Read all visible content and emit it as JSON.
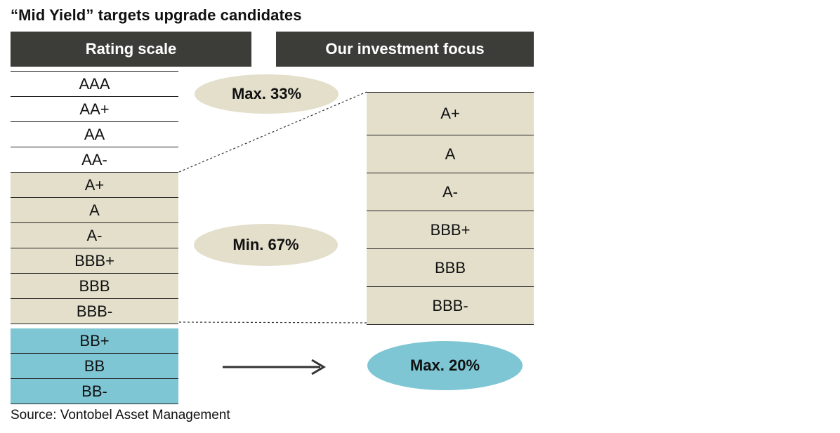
{
  "title": "“Mid Yield” targets upgrade candidates",
  "headers": {
    "rating_scale": "Rating scale",
    "investment_focus": "Our investment focus"
  },
  "rating_scale": [
    {
      "label": "AAA",
      "tier": "high"
    },
    {
      "label": "AA+",
      "tier": "high"
    },
    {
      "label": "AA",
      "tier": "high"
    },
    {
      "label": "AA-",
      "tier": "high"
    },
    {
      "label": "A+",
      "tier": "investment"
    },
    {
      "label": "A",
      "tier": "investment"
    },
    {
      "label": "A-",
      "tier": "investment"
    },
    {
      "label": "BBB+",
      "tier": "investment"
    },
    {
      "label": "BBB",
      "tier": "investment"
    },
    {
      "label": "BBB-",
      "tier": "investment"
    },
    {
      "label": "BB+",
      "tier": "high-yield"
    },
    {
      "label": "BB",
      "tier": "high-yield"
    },
    {
      "label": "BB-",
      "tier": "high-yield"
    }
  ],
  "focus": [
    "A+",
    "A",
    "A-",
    "BBB+",
    "BBB",
    "BBB-"
  ],
  "allocations": {
    "max_high": "Max. 33%",
    "min_investment": "Min. 67%",
    "max_high_yield": "Max. 20%"
  },
  "colors": {
    "header": "#3c3d39",
    "high": "#ffffff",
    "investment": "#e3dfcb",
    "high_yield": "#7ec6d4"
  },
  "source": "Source: Vontobel Asset Management"
}
